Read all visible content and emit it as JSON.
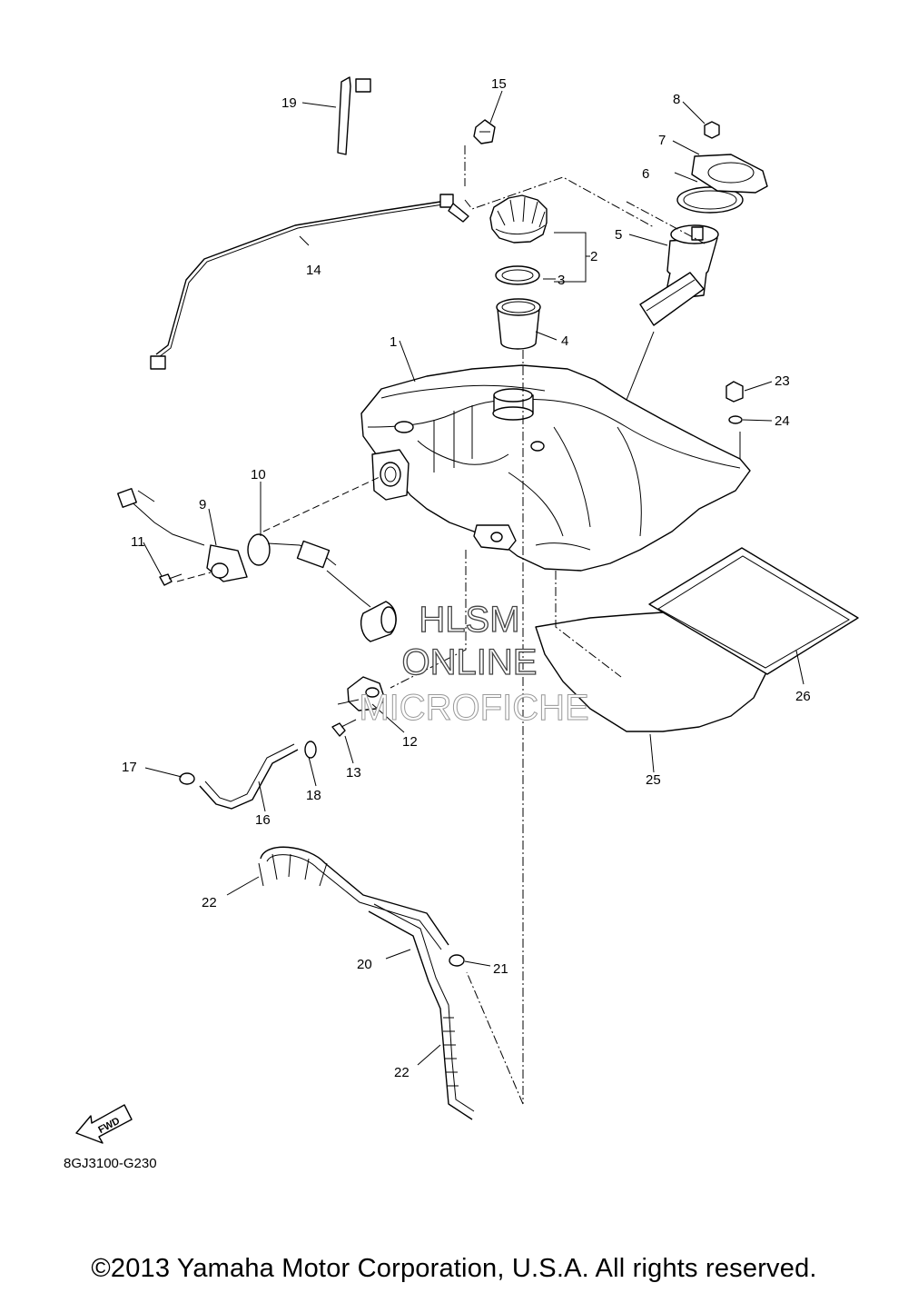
{
  "callouts": {
    "c1": "1",
    "c2": "2",
    "c3": "3",
    "c4": "4",
    "c5": "5",
    "c6": "6",
    "c7": "7",
    "c8": "8",
    "c9": "9",
    "c10": "10",
    "c11": "11",
    "c12": "12",
    "c13": "13",
    "c14": "14",
    "c15": "15",
    "c16": "16",
    "c17": "17",
    "c18": "18",
    "c19": "19",
    "c20": "20",
    "c21": "21",
    "c22a": "22",
    "c22b": "22",
    "c23": "23",
    "c24": "24",
    "c25": "25",
    "c26": "26"
  },
  "fwd_label": "FWD",
  "diagram_code": "8GJ3100-G230",
  "watermark": {
    "line1": "HLSM",
    "line2": "ONLINE",
    "line3": "MICROFICHE"
  },
  "copyright": "©2013 Yamaha Motor Corporation, U.S.A. All rights reserved."
}
